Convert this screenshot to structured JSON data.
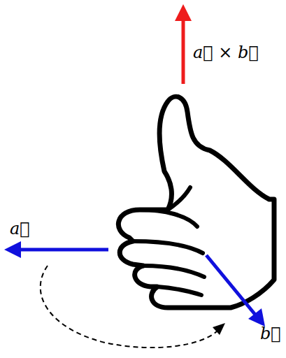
{
  "diagram": {
    "labels": [
      "a⃗ × b⃗",
      "a⃗",
      "b⃗"
    ]
  }
}
